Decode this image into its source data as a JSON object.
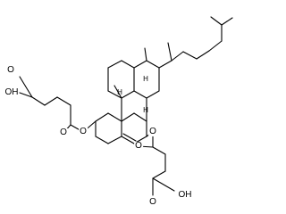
{
  "molecule": {
    "atom_labels": {
      "ester_o_left": "O",
      "ester_o_right": "O",
      "carbonyl_o_left": "O",
      "carbonyl_o_right": "O",
      "acid_left": "OH",
      "acid_right": "OH",
      "acid_o_left": "O",
      "acid_o_right": "O"
    },
    "stereo_labels": {
      "h_c8": "H",
      "h_c9": "H",
      "h_c14": "H"
    }
  }
}
